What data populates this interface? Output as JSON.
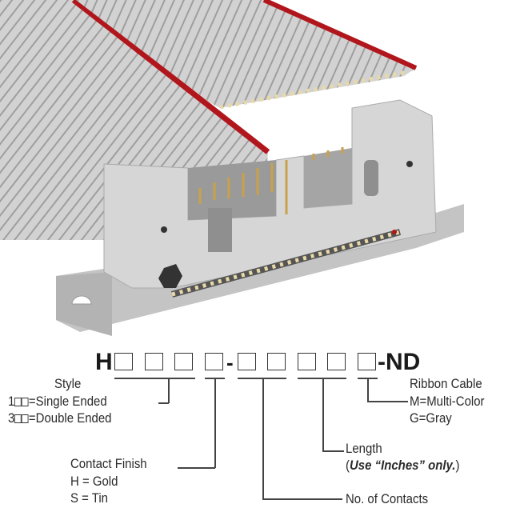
{
  "part_number": {
    "prefix": "H",
    "separator": "-",
    "suffix": "-ND",
    "box_count": 9
  },
  "legend": {
    "style": {
      "title": "Style",
      "options": [
        {
          "code": "1",
          "label": "=Single Ended"
        },
        {
          "code": "3",
          "label": "=Double Ended"
        }
      ]
    },
    "contact_finish": {
      "title": "Contact Finish",
      "options": [
        "H = Gold",
        "S = Tin"
      ]
    },
    "contacts": {
      "title": "No. of Contacts"
    },
    "length": {
      "title": "Length",
      "note_open": "(",
      "note_bold": "Use “Inches” only.",
      "note_close": ")"
    },
    "ribbon": {
      "title": "Ribbon Cable",
      "options": [
        "M=Multi-Color",
        "G=Gray"
      ]
    }
  },
  "colors": {
    "cable": "#c9c9c9",
    "stripe": "#b0161b",
    "housing": "#d4d4d4",
    "pins": "#c9a14a"
  }
}
